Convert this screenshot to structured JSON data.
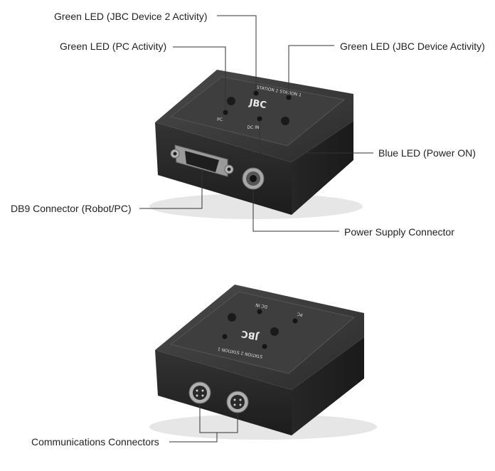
{
  "callouts": {
    "green_led_jbc2": "Green LED (JBC Device 2 Activity)",
    "green_led_pc": "Green LED (PC Activity)",
    "green_led_jbc1": "Green LED (JBC Device Activity)",
    "blue_led": "Blue LED (Power ON)",
    "db9": "DB9 Connector (Robot/PC)",
    "power_connector": "Power Supply Connector",
    "comm_connectors": "Communications Connectors"
  },
  "device_top": {
    "station_labels": "STATION 2  STATION 1",
    "logo": "JBC",
    "pc_label": "PC",
    "dcin_label": "DC IN"
  },
  "device_bottom": {
    "station_labels": "STATION 2  STATION 1",
    "logo": "JBC",
    "pc_label": "PC",
    "dcin_label": "DC IN"
  },
  "colors": {
    "body": "#2b2b2b",
    "top_face": "#3a3a3a",
    "leader": "#333333"
  }
}
